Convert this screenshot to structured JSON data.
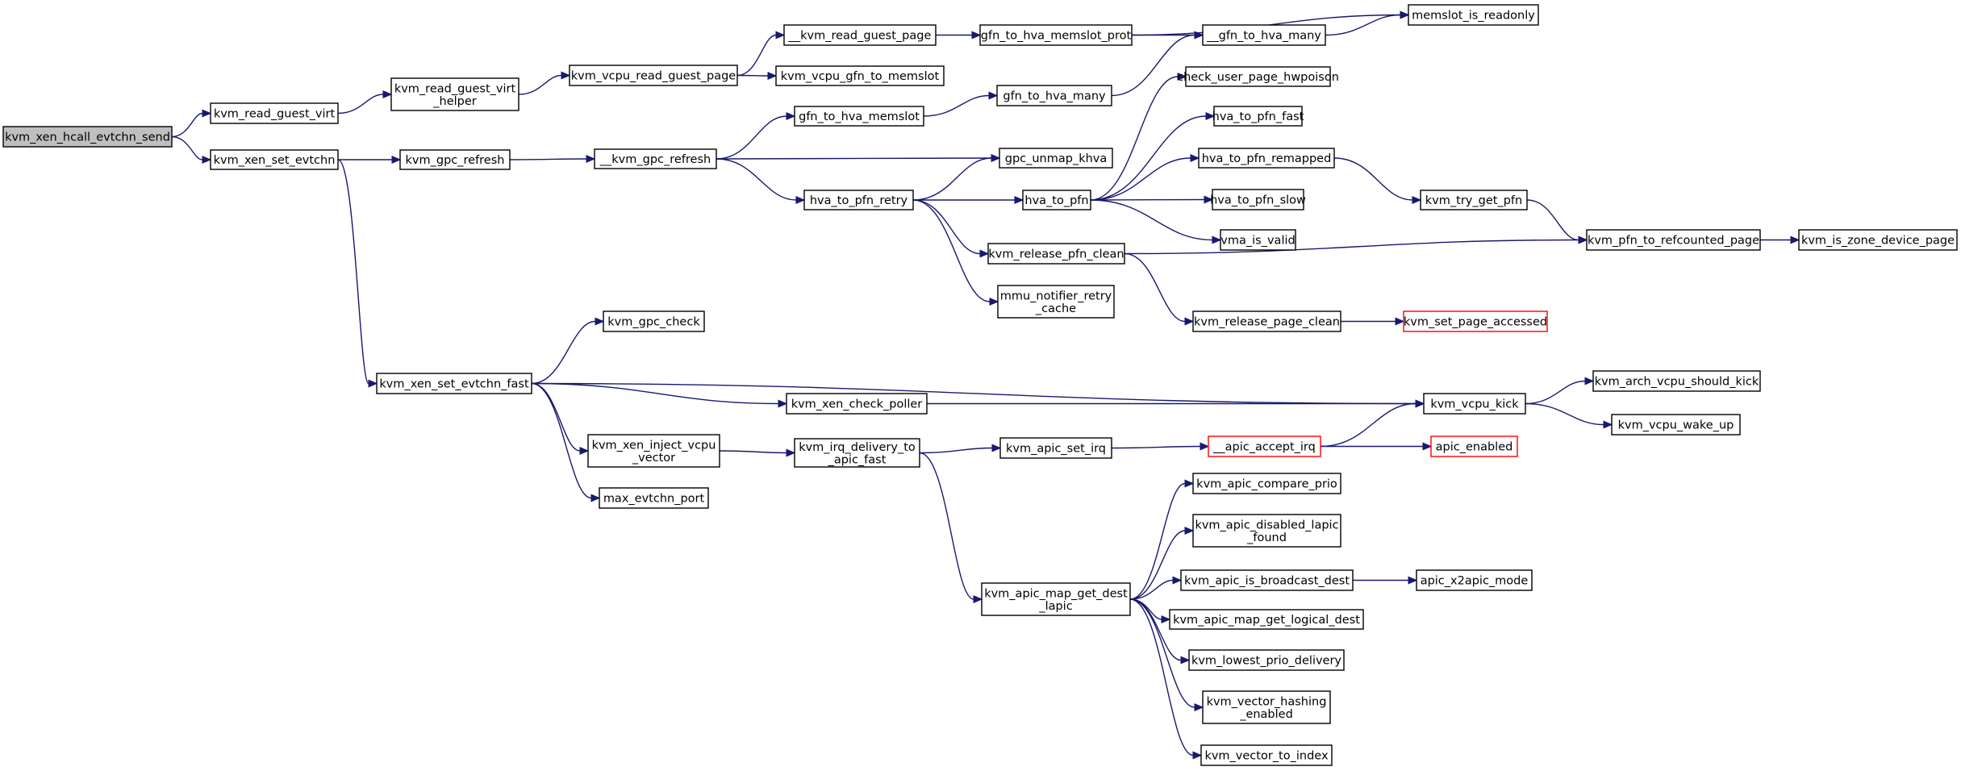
{
  "graph": {
    "colors": {
      "edge": "#191970",
      "node_border": "#000000",
      "node_fill": "#ffffff",
      "root_fill": "#bfbfbf",
      "truncated_border": "#ff0000"
    },
    "nodes": [
      {
        "id": "n1",
        "lines": [
          "kvm_xen_hcall_evtchn_send"
        ],
        "style": "root"
      },
      {
        "id": "n2",
        "lines": [
          "kvm_read_guest_virt"
        ]
      },
      {
        "id": "n3",
        "lines": [
          "kvm_xen_set_evtchn"
        ]
      },
      {
        "id": "n4",
        "lines": [
          "kvm_read_guest_virt",
          "_helper"
        ]
      },
      {
        "id": "n5",
        "lines": [
          "kvm_vcpu_read_guest_page"
        ]
      },
      {
        "id": "n6",
        "lines": [
          "__kvm_read_guest_page"
        ]
      },
      {
        "id": "n7",
        "lines": [
          "kvm_vcpu_gfn_to_memslot"
        ]
      },
      {
        "id": "n8",
        "lines": [
          "gfn_to_hva_memslot_prot"
        ]
      },
      {
        "id": "n9",
        "lines": [
          "memslot_is_readonly"
        ]
      },
      {
        "id": "n10",
        "lines": [
          "__gfn_to_hva_many"
        ]
      },
      {
        "id": "n11",
        "lines": [
          "gfn_to_hva_many"
        ]
      },
      {
        "id": "n12",
        "lines": [
          "kvm_gpc_refresh"
        ]
      },
      {
        "id": "n13",
        "lines": [
          "__kvm_gpc_refresh"
        ]
      },
      {
        "id": "n14",
        "lines": [
          "gfn_to_hva_memslot"
        ]
      },
      {
        "id": "n15",
        "lines": [
          "gpc_unmap_khva"
        ]
      },
      {
        "id": "n16",
        "lines": [
          "hva_to_pfn_retry"
        ]
      },
      {
        "id": "n17",
        "lines": [
          "hva_to_pfn"
        ]
      },
      {
        "id": "n18",
        "lines": [
          "check_user_page_hwpoison"
        ]
      },
      {
        "id": "n19",
        "lines": [
          "hva_to_pfn_fast"
        ]
      },
      {
        "id": "n20",
        "lines": [
          "hva_to_pfn_remapped"
        ]
      },
      {
        "id": "n21",
        "lines": [
          "hva_to_pfn_slow"
        ]
      },
      {
        "id": "n22",
        "lines": [
          "vma_is_valid"
        ]
      },
      {
        "id": "n23",
        "lines": [
          "kvm_try_get_pfn"
        ]
      },
      {
        "id": "n24",
        "lines": [
          "kvm_pfn_to_refcounted_page"
        ]
      },
      {
        "id": "n25",
        "lines": [
          "kvm_is_zone_device_page"
        ]
      },
      {
        "id": "n26",
        "lines": [
          "kvm_release_pfn_clean"
        ]
      },
      {
        "id": "n27",
        "lines": [
          "mmu_notifier_retry",
          "_cache"
        ]
      },
      {
        "id": "n28",
        "lines": [
          "kvm_release_page_clean"
        ]
      },
      {
        "id": "n29",
        "lines": [
          "kvm_set_page_accessed"
        ],
        "style": "truncated"
      },
      {
        "id": "n30",
        "lines": [
          "kvm_xen_set_evtchn_fast"
        ]
      },
      {
        "id": "n31",
        "lines": [
          "kvm_gpc_check"
        ]
      },
      {
        "id": "n32",
        "lines": [
          "kvm_xen_check_poller"
        ]
      },
      {
        "id": "n33",
        "lines": [
          "kvm_vcpu_kick"
        ]
      },
      {
        "id": "n34",
        "lines": [
          "kvm_arch_vcpu_should_kick"
        ]
      },
      {
        "id": "n35",
        "lines": [
          "kvm_vcpu_wake_up"
        ]
      },
      {
        "id": "n36",
        "lines": [
          "kvm_xen_inject_vcpu",
          "_vector"
        ]
      },
      {
        "id": "n37",
        "lines": [
          "kvm_irq_delivery_to",
          "_apic_fast"
        ]
      },
      {
        "id": "n38",
        "lines": [
          "kvm_apic_set_irq"
        ]
      },
      {
        "id": "n39",
        "lines": [
          "__apic_accept_irq"
        ],
        "style": "truncated"
      },
      {
        "id": "n40",
        "lines": [
          "apic_enabled"
        ],
        "style": "truncated"
      },
      {
        "id": "n41",
        "lines": [
          "max_evtchn_port"
        ]
      },
      {
        "id": "n42",
        "lines": [
          "kvm_apic_map_get_dest",
          "_lapic"
        ]
      },
      {
        "id": "n43",
        "lines": [
          "kvm_apic_compare_prio"
        ]
      },
      {
        "id": "n44",
        "lines": [
          "kvm_apic_disabled_lapic",
          "_found"
        ]
      },
      {
        "id": "n45",
        "lines": [
          "kvm_apic_is_broadcast_dest"
        ]
      },
      {
        "id": "n46",
        "lines": [
          "apic_x2apic_mode"
        ]
      },
      {
        "id": "n47",
        "lines": [
          "kvm_apic_map_get_logical_dest"
        ]
      },
      {
        "id": "n48",
        "lines": [
          "kvm_lowest_prio_delivery"
        ]
      },
      {
        "id": "n49",
        "lines": [
          "kvm_vector_hashing",
          "_enabled"
        ]
      },
      {
        "id": "n50",
        "lines": [
          "kvm_vector_to_index"
        ]
      }
    ],
    "edges": [
      [
        "n1",
        "n2"
      ],
      [
        "n1",
        "n3"
      ],
      [
        "n2",
        "n4"
      ],
      [
        "n4",
        "n5"
      ],
      [
        "n5",
        "n6"
      ],
      [
        "n5",
        "n7"
      ],
      [
        "n6",
        "n8"
      ],
      [
        "n8",
        "n9"
      ],
      [
        "n8",
        "n10"
      ],
      [
        "n10",
        "n9"
      ],
      [
        "n11",
        "n10"
      ],
      [
        "n3",
        "n12"
      ],
      [
        "n3",
        "n30"
      ],
      [
        "n12",
        "n13"
      ],
      [
        "n13",
        "n14"
      ],
      [
        "n13",
        "n15"
      ],
      [
        "n13",
        "n16"
      ],
      [
        "n14",
        "n11"
      ],
      [
        "n16",
        "n15"
      ],
      [
        "n16",
        "n17"
      ],
      [
        "n16",
        "n26"
      ],
      [
        "n16",
        "n27"
      ],
      [
        "n17",
        "n18"
      ],
      [
        "n17",
        "n19"
      ],
      [
        "n17",
        "n20"
      ],
      [
        "n17",
        "n21"
      ],
      [
        "n17",
        "n22"
      ],
      [
        "n20",
        "n23"
      ],
      [
        "n23",
        "n24"
      ],
      [
        "n24",
        "n25"
      ],
      [
        "n26",
        "n24"
      ],
      [
        "n26",
        "n28"
      ],
      [
        "n28",
        "n29"
      ],
      [
        "n30",
        "n31"
      ],
      [
        "n30",
        "n33"
      ],
      [
        "n30",
        "n32"
      ],
      [
        "n30",
        "n36"
      ],
      [
        "n30",
        "n41"
      ],
      [
        "n32",
        "n33"
      ],
      [
        "n33",
        "n34"
      ],
      [
        "n33",
        "n35"
      ],
      [
        "n36",
        "n37"
      ],
      [
        "n37",
        "n38"
      ],
      [
        "n37",
        "n42"
      ],
      [
        "n38",
        "n39"
      ],
      [
        "n39",
        "n33"
      ],
      [
        "n39",
        "n40"
      ],
      [
        "n42",
        "n43"
      ],
      [
        "n42",
        "n44"
      ],
      [
        "n42",
        "n45"
      ],
      [
        "n42",
        "n47"
      ],
      [
        "n42",
        "n48"
      ],
      [
        "n42",
        "n49"
      ],
      [
        "n42",
        "n50"
      ],
      [
        "n45",
        "n46"
      ]
    ]
  }
}
